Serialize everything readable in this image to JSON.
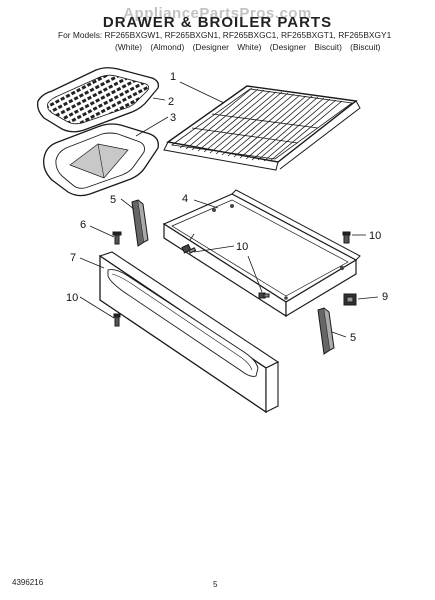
{
  "watermark": "AppliancePartsPros.com",
  "title": "DRAWER & BROILER PARTS",
  "models": {
    "label": "For Models:",
    "list": "RF265BXGW1, RF265BXGN1, RF265BXGC1, RF265BXGT1, RF265BXGY1",
    "colors": "(White) (Almond) (Designer White) (Designer Biscuit) (Biscuit)"
  },
  "callouts": [
    "1",
    "2",
    "3",
    "4",
    "5",
    "6",
    "7",
    "10",
    "10",
    "9",
    "10",
    "5"
  ],
  "footer": {
    "doc_number": "4396216",
    "page_number": "5"
  },
  "colors": {
    "line": "#1a1a1a",
    "fill_dark": "#555555",
    "fill_light": "#dddddd"
  }
}
